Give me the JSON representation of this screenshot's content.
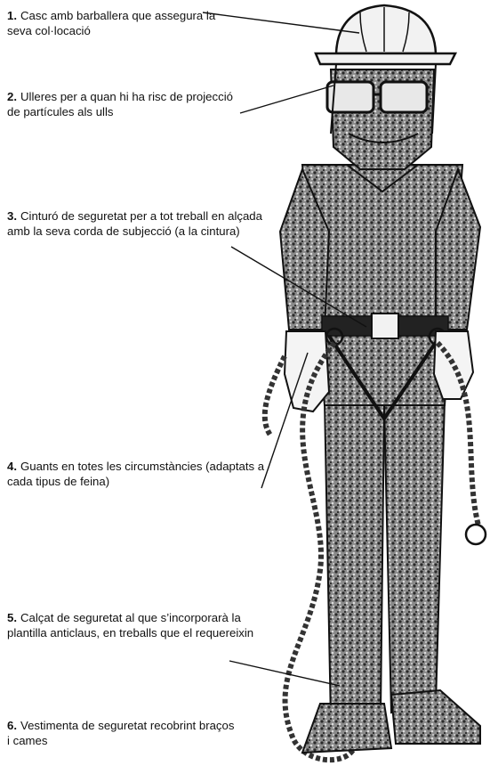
{
  "callouts": [
    {
      "num": "1.",
      "text": "Casc amb barballera que assegura la seva col·locació"
    },
    {
      "num": "2.",
      "text": "Ulleres per a quan hi ha risc de projecció de partícules als ulls"
    },
    {
      "num": "3.",
      "text": "Cinturó de seguretat per a tot treball en alçada amb la seva corda de subjecció (a la cintura)"
    },
    {
      "num": "4.",
      "text": "Guants en totes les circumstàncies (adaptats a cada tipus de feina)"
    },
    {
      "num": "5.",
      "text": "Calçat de seguretat al que s’incorporarà la plantilla anticlaus, en treballs que el requereixin"
    },
    {
      "num": "6.",
      "text": "Vestimenta de seguretat recobrint braços i cames"
    }
  ],
  "colors": {
    "ink": "#111111",
    "fabric": "#6e6e6e",
    "skin": "#f4f4f4"
  },
  "icons": [
    "helmet-icon",
    "goggles-icon",
    "safety-belt-icon",
    "glove-icon",
    "boot-icon",
    "coverall-icon",
    "rope-icon"
  ]
}
